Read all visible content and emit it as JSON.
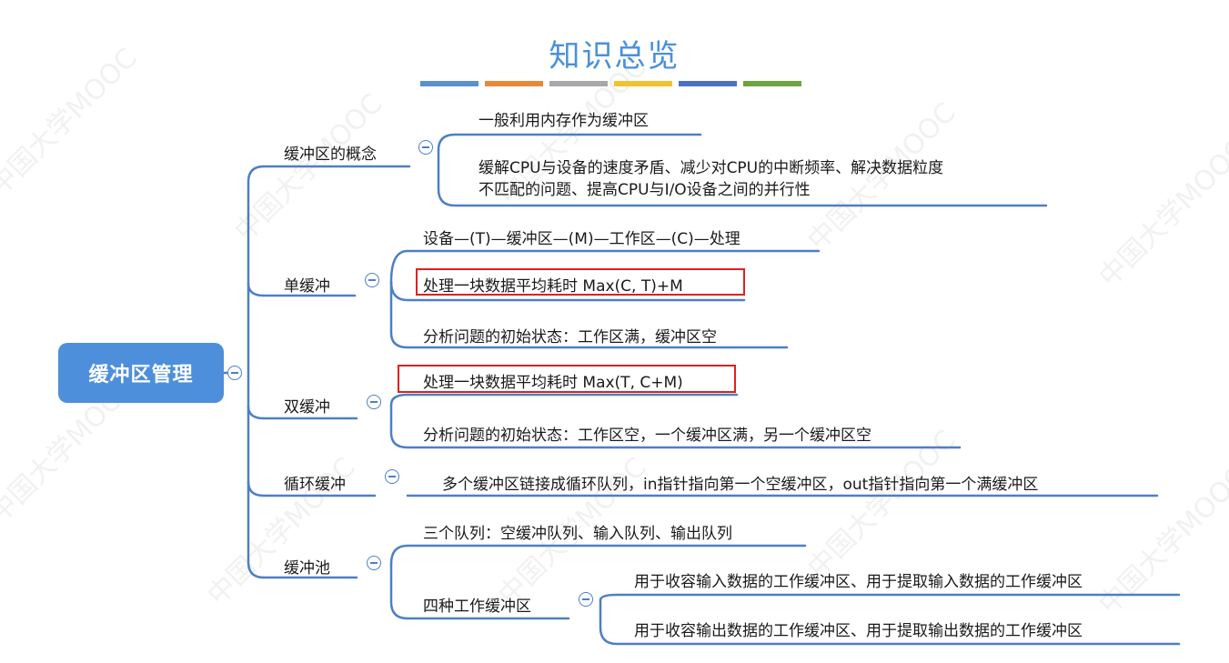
{
  "title": "知识总览",
  "title_bar_colors": [
    "#5b8fcf",
    "#e58a3c",
    "#a8a8a8",
    "#f2c230",
    "#4a72c0",
    "#6ba53f"
  ],
  "root": "缓冲区管理",
  "branches": [
    {
      "label": "缓冲区的概念",
      "items": [
        "一般利用内存作为缓冲区",
        "缓解CPU与设备的速度矛盾、减少对CPU的中断频率、解决数据粒度",
        "不匹配的问题、提高CPU与I/O设备之间的并行性"
      ]
    },
    {
      "label": "单缓冲",
      "items": [
        "设备—(T)—缓冲区—(M)—工作区—(C)—处理",
        "处理一块数据平均耗时 Max(C, T)+M",
        "分析问题的初始状态：工作区满，缓冲区空"
      ]
    },
    {
      "label": "双缓冲",
      "items": [
        "处理一块数据平均耗时 Max(T, C+M)",
        "分析问题的初始状态：工作区空，一个缓冲区满，另一个缓冲区空"
      ]
    },
    {
      "label": "循环缓冲",
      "items": [
        "多个缓冲区链接成循环队列，in指针指向第一个空缓冲区，out指针指向第一个满缓冲区"
      ]
    },
    {
      "label": "缓冲池",
      "items": [
        "三个队列：空缓冲队列、输入队列、输出队列",
        "四种工作缓冲区"
      ],
      "sub_items": [
        "用于收容输入数据的工作缓冲区、用于提取输入数据的工作缓冲区",
        "用于收容输出数据的工作缓冲区、用于提取输出数据的工作缓冲区"
      ]
    }
  ],
  "watermark": "中国大学MOOC",
  "colors": {
    "accent": "#4e8fdb",
    "line": "#4e7fc4",
    "highlight": "#e02020"
  }
}
